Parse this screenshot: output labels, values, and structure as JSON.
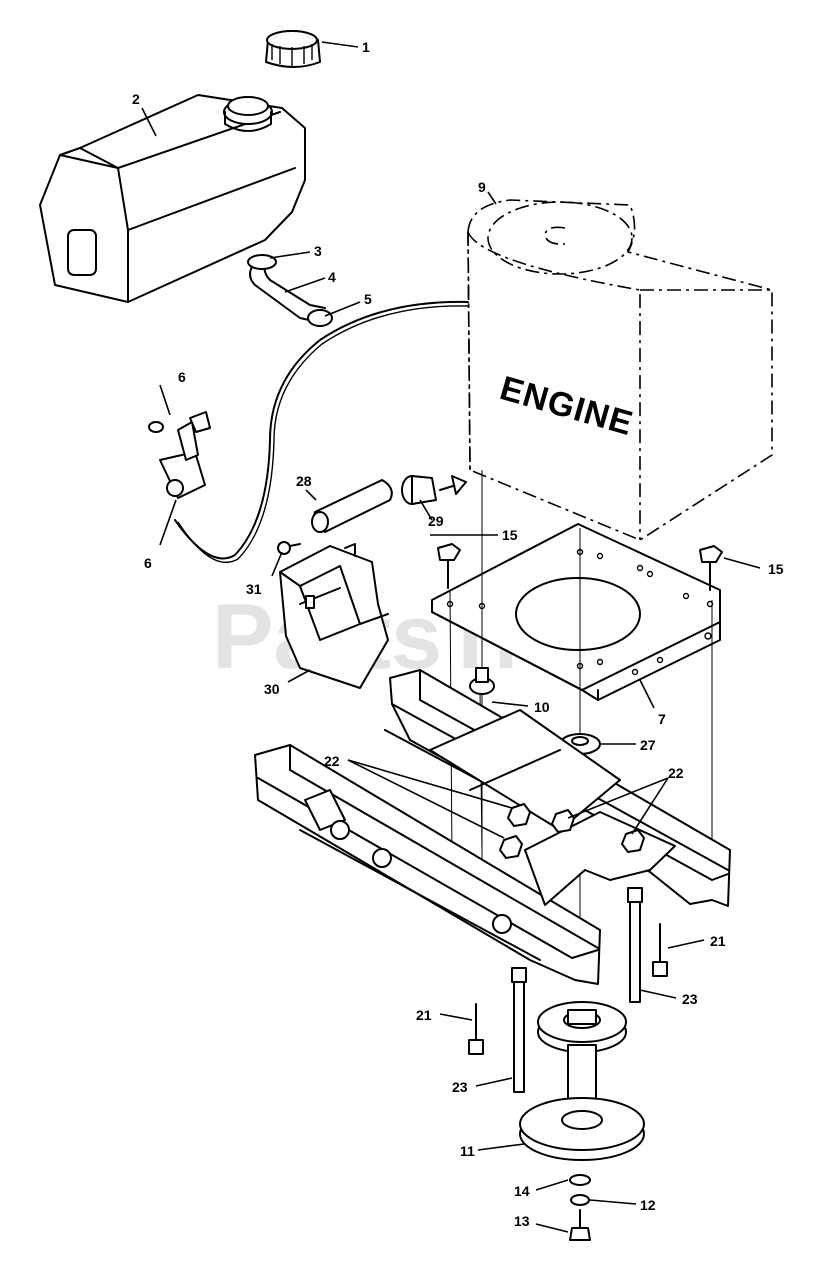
{
  "watermark": {
    "text": "PartsTree",
    "tm": "TM"
  },
  "engine_label": "ENGINE",
  "callouts": {
    "c1": "1",
    "c2": "2",
    "c3": "3",
    "c4": "4",
    "c5": "5",
    "c6a": "6",
    "c6b": "6",
    "c7": "7",
    "c9": "9",
    "c10": "10",
    "c11": "11",
    "c12": "12",
    "c13": "13",
    "c14": "14",
    "c15a": "15",
    "c15b": "15",
    "c21a": "21",
    "c21b": "21",
    "c22a": "22",
    "c22b": "22",
    "c23a": "23",
    "c23b": "23",
    "c27": "27",
    "c28": "28",
    "c29": "29",
    "c30": "30",
    "c31": "31"
  }
}
